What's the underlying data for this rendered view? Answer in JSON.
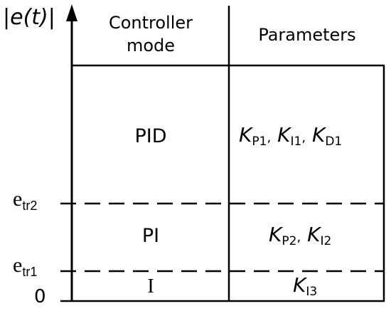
{
  "axis": {
    "y_label": "|e(t)|",
    "thresholds": [
      {
        "base": "e",
        "sub": "tr2"
      },
      {
        "base": "e",
        "sub": "tr1"
      }
    ],
    "origin": "0"
  },
  "table": {
    "headers": {
      "mode": [
        "Controller",
        "mode"
      ],
      "params": "Parameters"
    },
    "rows": [
      {
        "mode": "PID",
        "params": [
          {
            "k": "K",
            "s": "P1"
          },
          {
            "k": "K",
            "s": "I1"
          },
          {
            "k": "K",
            "s": "D1"
          }
        ]
      },
      {
        "mode": "PI",
        "params": [
          {
            "k": "K",
            "s": "P2"
          },
          {
            "k": "K",
            "s": "I2"
          }
        ]
      },
      {
        "mode": "I",
        "params": [
          {
            "k": "K",
            "s": "I3"
          }
        ]
      }
    ],
    "separator": ","
  }
}
